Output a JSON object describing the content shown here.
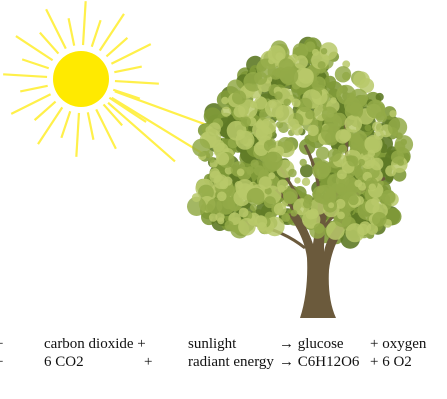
{
  "colors": {
    "sun": "#ffea00",
    "sun_rays": "#fff04a",
    "trunk": "#6b5a3c",
    "foliage_dark": "#5e7a26",
    "foliage_light": "#b9c96a"
  },
  "icons": [
    "sun-icon",
    "tree-icon"
  ],
  "equation": {
    "row1": {
      "plus1": "+",
      "reactant2": "carbon dioxide +",
      "energy": "sunlight",
      "arrow_product1": "→ glucose",
      "product2": "+ oxygen"
    },
    "row2": {
      "plus1": "+",
      "reactant2": "6 CO2",
      "plus2": "+",
      "energy": "radiant energy",
      "arrow_product1": "→ C6H12O6",
      "product2": "+ 6 O2"
    }
  }
}
